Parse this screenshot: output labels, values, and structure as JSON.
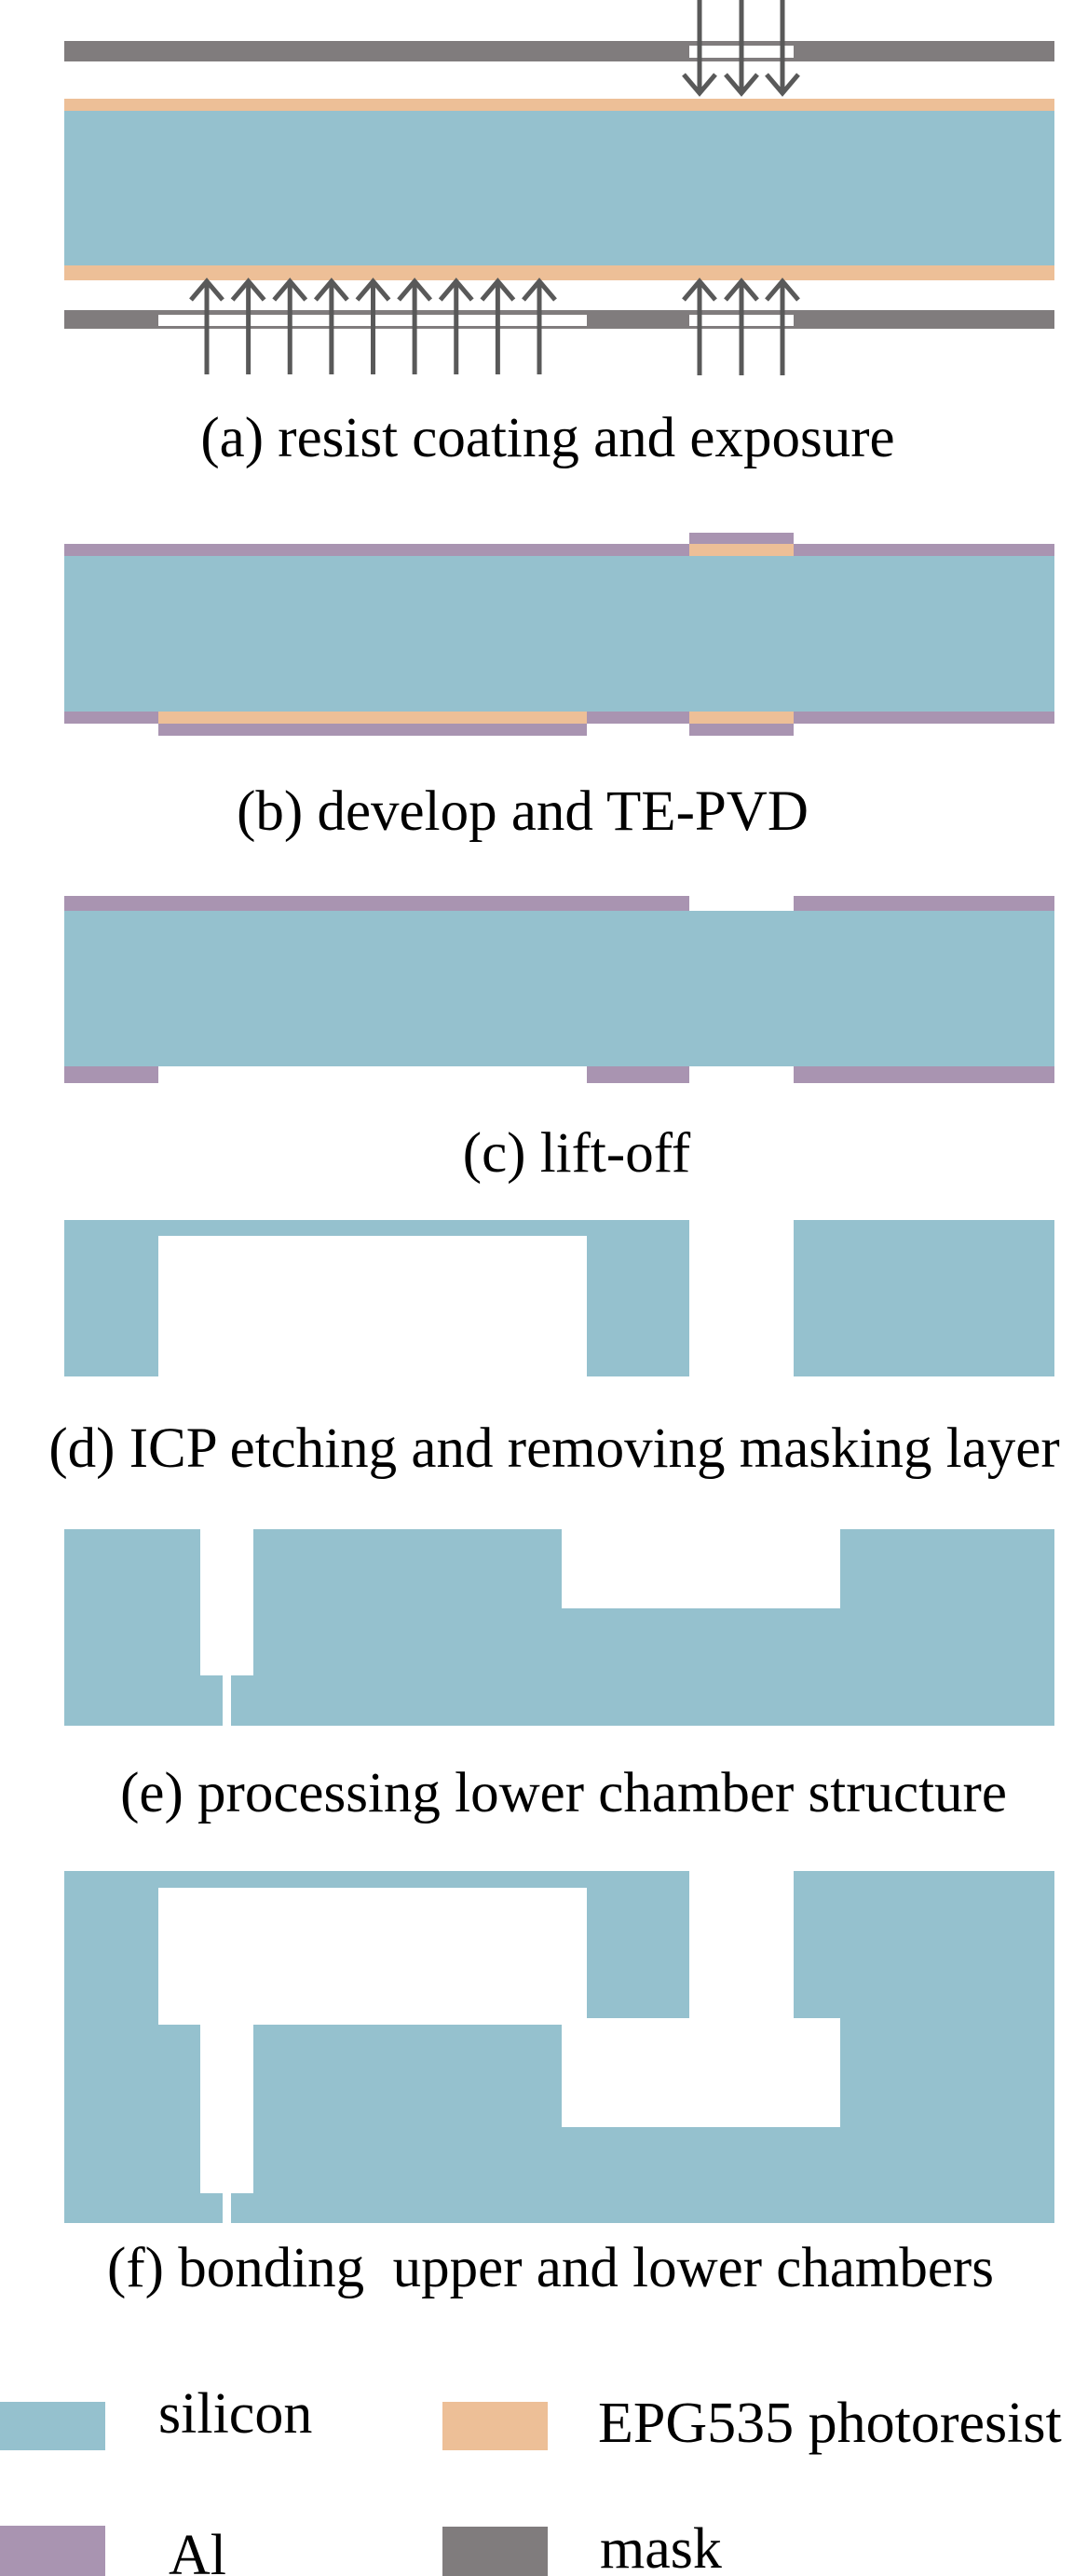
{
  "figure": {
    "colors": {
      "silicon": "#95C1CE",
      "photoresist": "#EDBF97",
      "al": "#A994B1",
      "mask": "#807C7D",
      "arrow": "#595959",
      "background": "#FFFFFF"
    },
    "steps": [
      {
        "id": "a",
        "caption": "(a) resist coating and exposure"
      },
      {
        "id": "b",
        "caption": "(b) develop and TE-PVD"
      },
      {
        "id": "c",
        "caption": "(c) lift-off"
      },
      {
        "id": "d",
        "caption": "(d) ICP etching and removing masking layer"
      },
      {
        "id": "e",
        "caption": "(e) processing lower chamber structure"
      },
      {
        "id": "f",
        "caption": "(f) bonding  upper and lower chambers"
      }
    ],
    "exposure": {
      "top_arrow_count": 3,
      "bottom_arrow_count_left": 9,
      "bottom_arrow_count_right": 3
    },
    "legend": [
      {
        "key": "silicon",
        "label": "silicon"
      },
      {
        "key": "photoresist",
        "label": "EPG535 photoresist"
      },
      {
        "key": "al",
        "label": "Al"
      },
      {
        "key": "mask",
        "label": "mask"
      }
    ]
  }
}
